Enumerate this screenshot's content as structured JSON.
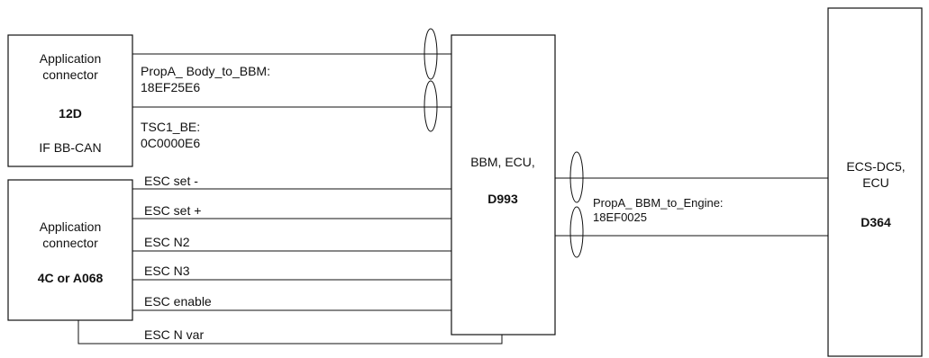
{
  "nodes": {
    "app_connector_12d": {
      "line1": "Application",
      "line2": "connector",
      "id": "12D",
      "line3": "IF BB-CAN"
    },
    "app_connector_4c": {
      "line1": "Application",
      "line2": "connector",
      "id": "4C or A068"
    },
    "bbm_ecu": {
      "line1": "BBM, ECU,",
      "id": "D993"
    },
    "ecs_ecu": {
      "line1": "ECS-DC5,",
      "line2": "ECU",
      "id": "D364"
    }
  },
  "can_messages": {
    "propa_body_to_bbm": {
      "name": "PropA_ Body_to_BBM:",
      "id": "18EF25E6"
    },
    "tsc1_be": {
      "name": "TSC1_BE:",
      "id": "0C0000E6"
    },
    "propa_bbm_to_engine": {
      "name": "PropA_ BBM_to_Engine:",
      "id": "18EF0025"
    }
  },
  "signals": {
    "esc_set_minus": "ESC set -",
    "esc_set_plus": "ESC set +",
    "esc_n2": "ESC N2",
    "esc_n3": "ESC N3",
    "esc_enable": "ESC enable",
    "esc_n_var": "ESC N var"
  }
}
